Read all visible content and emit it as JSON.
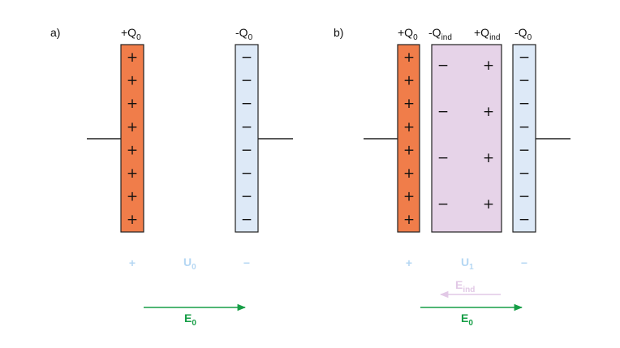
{
  "panel_a": {
    "label": "a)",
    "left_plate": {
      "charge_main": "+Q",
      "charge_sub": "0",
      "sign": "+",
      "sign_count": 8
    },
    "right_plate": {
      "charge_main": "-Q",
      "charge_sub": "0",
      "sign": "−",
      "sign_count": 8
    },
    "polarity_left": "+",
    "polarity_right": "−",
    "voltage_main": "U",
    "voltage_sub": "0",
    "field_main": "E",
    "field_sub": "0"
  },
  "panel_b": {
    "label": "b)",
    "left_plate": {
      "charge_main": "+Q",
      "charge_sub": "0",
      "sign": "+",
      "sign_count": 8
    },
    "dielectric": {
      "left_main": "-Q",
      "left_sub": "ind",
      "right_main": "+Q",
      "right_sub": "ind",
      "left_sign": "−",
      "right_sign": "+",
      "sign_count": 4
    },
    "right_plate": {
      "charge_main": "-Q",
      "charge_sub": "0",
      "sign": "−",
      "sign_count": 8
    },
    "polarity_left": "+",
    "polarity_right": "−",
    "voltage_main": "U",
    "voltage_sub": "1",
    "induced_field_main": "E",
    "induced_field_sub": "ind",
    "field_main": "E",
    "field_sub": "0"
  },
  "colors": {
    "positive_plate": "#f07d4a",
    "negative_plate": "#dde9f7",
    "dielectric": "#e6d3e8",
    "outline": "#222222",
    "light_blue_text": "#b5d7f3",
    "field_arrow": "#169e46",
    "induced_field_arrow": "#e2c9e6"
  }
}
